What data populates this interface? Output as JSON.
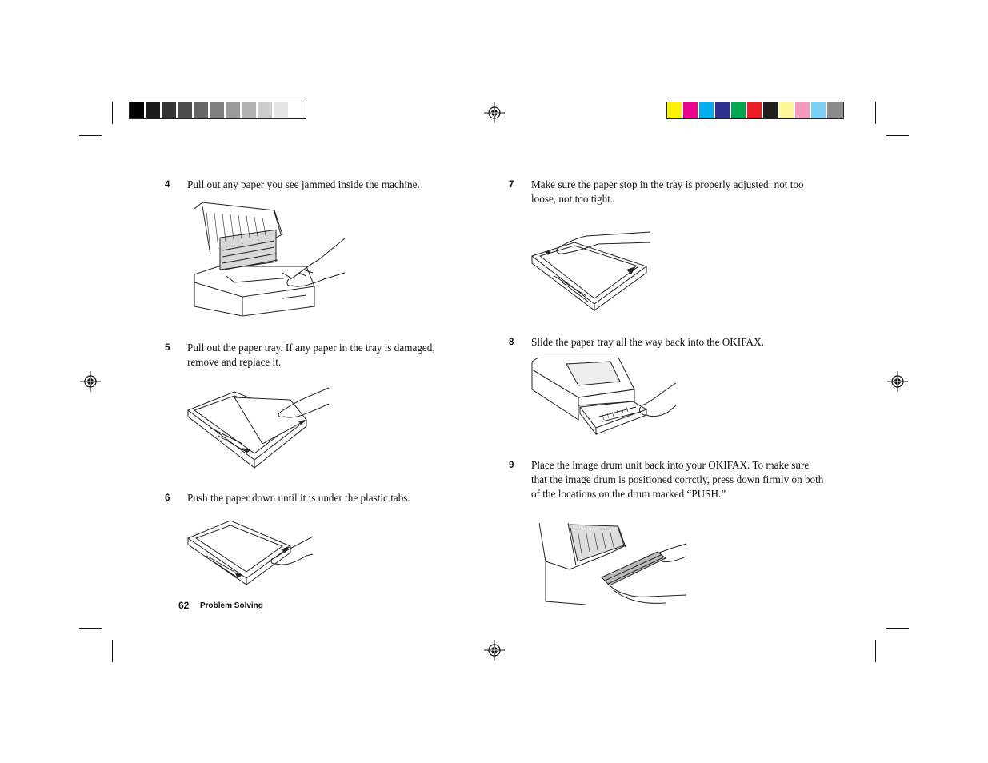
{
  "colors": {
    "grayscale": [
      "#000000",
      "#1c1c1c",
      "#333333",
      "#4d4d4d",
      "#666666",
      "#7f7f7f",
      "#999999",
      "#b2b2b2",
      "#cccccc",
      "#e6e6e6",
      "#ffffff"
    ],
    "process": [
      "#fff200",
      "#ec008c",
      "#00aeef",
      "#2e3192",
      "#00a651",
      "#ed1c24",
      "#231f20",
      "#fff799",
      "#f49ac1",
      "#7dd0f5",
      "#8c8c8c"
    ]
  },
  "steps": [
    {
      "number": "4",
      "text": "Pull out any paper you see jammed inside the machine.",
      "illustration": "hand-removing-jammed-paper"
    },
    {
      "number": "5",
      "text": "Pull out the paper tray. If any paper in the tray is damaged, remove and replace it.",
      "illustration": "hand-pulling-paper-from-tray"
    },
    {
      "number": "6",
      "text": "Push the paper down until it is under the plastic tabs.",
      "illustration": "hand-pushing-paper-under-tabs"
    },
    {
      "number": "7",
      "text": "Make sure the paper stop in the tray is properly adjusted: not too loose, not too tight.",
      "illustration": "hand-adjusting-paper-stop"
    },
    {
      "number": "8",
      "text": "Slide the paper tray all the way back into the OKIFAX.",
      "illustration": "hand-inserting-tray"
    },
    {
      "number": "9",
      "text": "Place the image drum unit back into your OKIFAX. To make sure that the image drum is positioned corrctly, press down firmly on both of the locations on the drum marked “PUSH.”",
      "illustration": "hands-pressing-image-drum"
    }
  ],
  "footer": {
    "page_number": "62",
    "section": "Problem Solving"
  }
}
